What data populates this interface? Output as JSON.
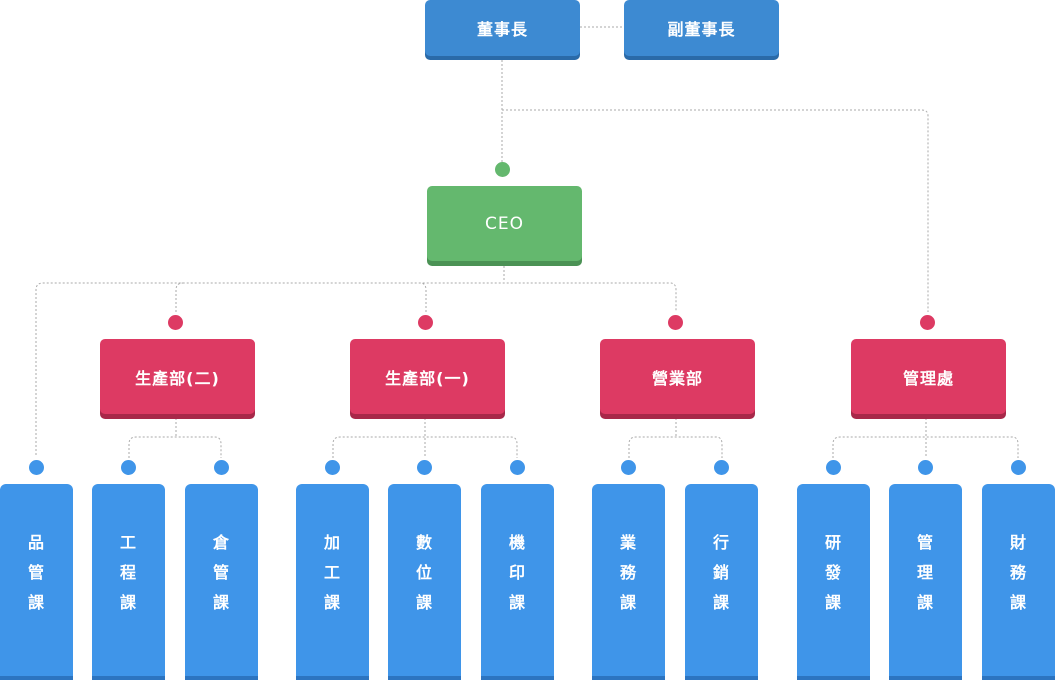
{
  "top": {
    "chairman": "董事長",
    "vice_chairman": "副董事長"
  },
  "ceo": "CEO",
  "divisions": [
    {
      "name": "生產部(二)",
      "units": [
        "工程課",
        "倉管課"
      ]
    },
    {
      "name": "生產部(一)",
      "units": [
        "加工課",
        "數位課",
        "機印課"
      ]
    },
    {
      "name": "營業部",
      "units": [
        "業務課",
        "行銷課"
      ]
    },
    {
      "name": "管理處",
      "units": [
        "研發課",
        "管理課",
        "財務課"
      ]
    }
  ],
  "standalone_unit": "品管課",
  "colors": {
    "top": "#3d8ad2",
    "ceo": "#64b86e",
    "division": "#dd3a63",
    "unit": "#3f95e9",
    "line": "#aaaaaa"
  }
}
